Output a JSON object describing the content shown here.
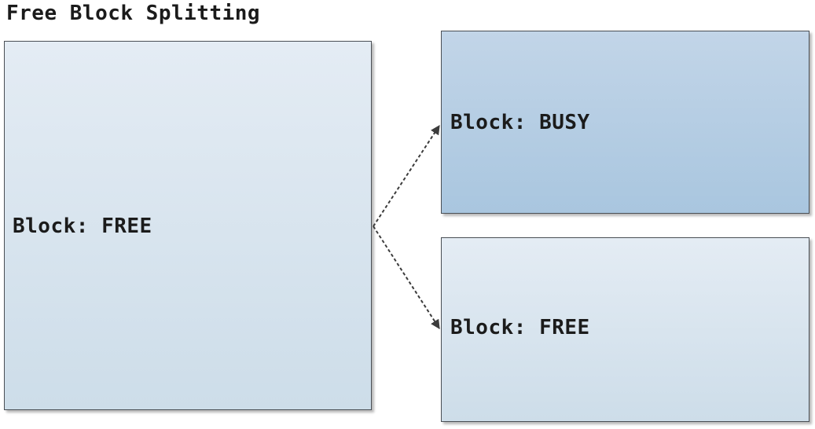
{
  "diagram": {
    "title": "Free Block Splitting",
    "source_block": {
      "label": "Block: FREE"
    },
    "result_blocks": [
      {
        "label": "Block: BUSY",
        "fill": "#b6cde3"
      },
      {
        "label": "Block: FREE",
        "fill": "#d9e5ef"
      }
    ],
    "connector_style": "dashed-arrow",
    "colors": {
      "free_fill": "#d9e5ef",
      "busy_fill": "#b6cde3",
      "border": "#4a4f55",
      "text": "#1b1b1b"
    }
  }
}
